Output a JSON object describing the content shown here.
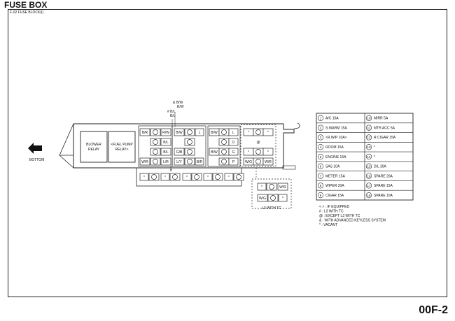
{
  "header": {
    "title": "FUSE BOX",
    "subtitle": "F-02 FUSE BLOCK(I)"
  },
  "footer": {
    "page_code": "00F-2"
  },
  "bottom_label": "BOTTOM",
  "relays": {
    "blower": [
      "BLOWER",
      "RELAY"
    ],
    "fuel_pump": [
      "<FUEL PUMP",
      "RELAY>"
    ]
  },
  "top_labels": {
    "bw_top": "& B/W",
    "bw_top2": "B/W",
    "bl_top": "# B/L",
    "bl_top2": "B/L"
  },
  "block1": [
    "B/R",
    "R/W",
    "B/L",
    "B/L",
    "B/L",
    "B/R",
    "W/R",
    "L/R"
  ],
  "block2": [
    "B/W",
    "L",
    "G/B",
    "L/Y",
    "B/R"
  ],
  "block3": [
    "B/W",
    "L",
    "O",
    "B/W",
    "G",
    "P"
  ],
  "block4": [
    "W/G",
    "W/R"
  ],
  "lower_row": [
    "*",
    "*",
    "*",
    "*",
    "*"
  ],
  "l3box": {
    "labels": [
      "*",
      "W/R",
      "W/G",
      "*"
    ],
    "caption": "L3 WITH TC"
  },
  "fuse_table": [
    {
      "num": "1",
      "label": "A/C 10A"
    },
    {
      "num": "2",
      "label": "S.WARM 15A"
    },
    {
      "num": "3",
      "label": "<R.WIP 10A>"
    },
    {
      "num": "4",
      "label": "ROOM 15A"
    },
    {
      "num": "5",
      "label": "ENGINE 15A"
    },
    {
      "num": "6",
      "label": "SAS 10A"
    },
    {
      "num": "7",
      "label": "METER 15A"
    },
    {
      "num": "8",
      "label": "WIPER 20A"
    },
    {
      "num": "9",
      "label": "CIGAR 15A"
    },
    {
      "num": "10",
      "label": "MIRR 5A"
    },
    {
      "num": "11",
      "label": "MTR ACC 5A"
    },
    {
      "num": "12",
      "label": "R.CIGAR 15A"
    },
    {
      "num": "13",
      "label": "*"
    },
    {
      "num": "14",
      "label": "*"
    },
    {
      "num": "15",
      "label": "D/L 30A"
    },
    {
      "num": "16",
      "label": "SPARE 20A"
    },
    {
      "num": "17",
      "label": "SPARE 15A"
    },
    {
      "num": "18",
      "label": "SPARE 10A"
    }
  ],
  "legend": [
    "< > : IF EQUIPPED",
    "# : L3 WITH TC",
    "@ : EXCEPT L3 WITH TC",
    "& : WITH ADVANCED KEYLESS SYSTEM",
    "* : VACANT"
  ]
}
